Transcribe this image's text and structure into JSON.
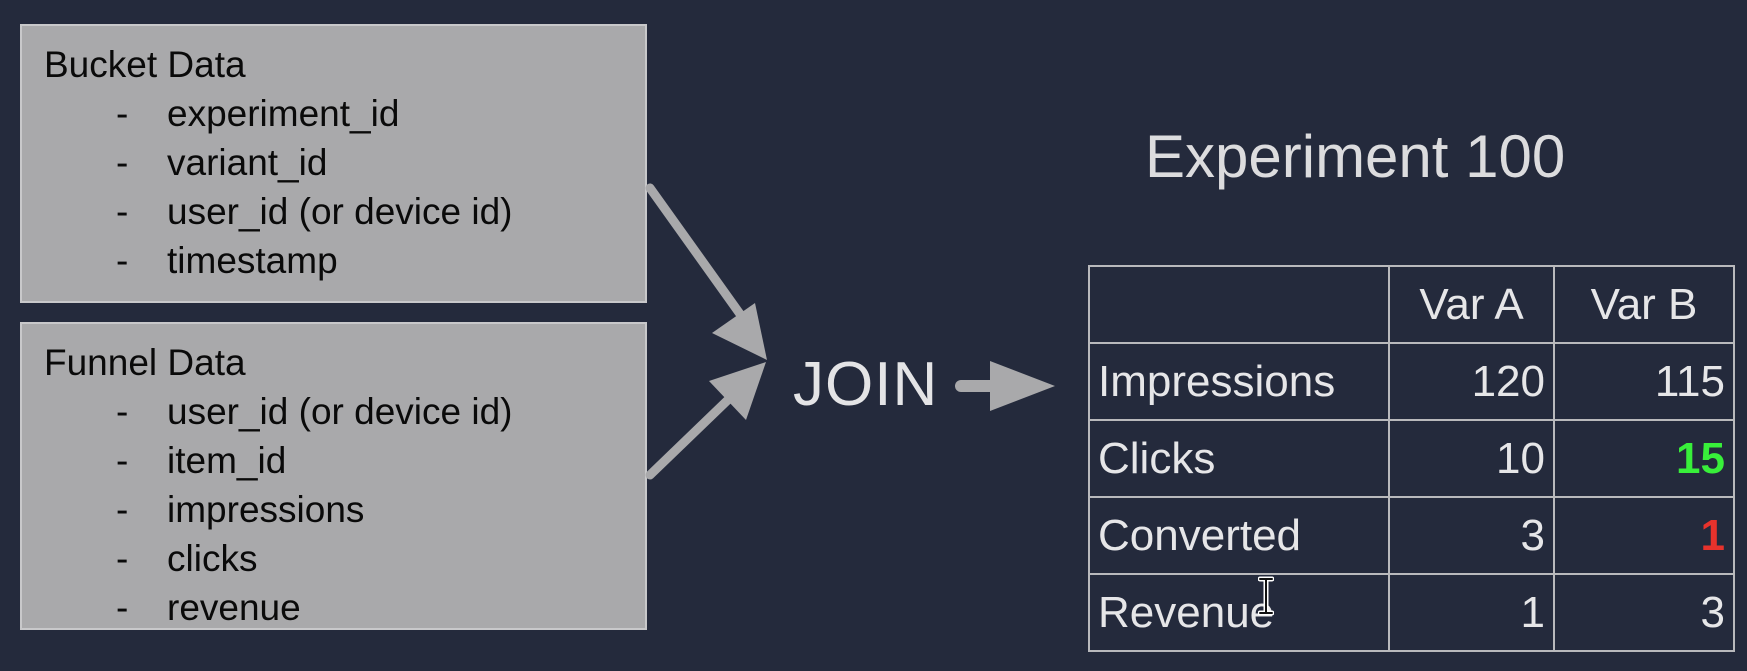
{
  "bucket_data": {
    "title": "Bucket Data",
    "fields": [
      {
        "dash": "-",
        "name": "experiment_id"
      },
      {
        "dash": "-",
        "name": "variant_id"
      },
      {
        "dash": "-",
        "name": "user_id (or device id)"
      },
      {
        "dash": "-",
        "name": "timestamp"
      }
    ]
  },
  "funnel_data": {
    "title": "Funnel Data",
    "fields": [
      {
        "dash": "-",
        "name": "user_id (or device id)"
      },
      {
        "dash": "-",
        "name": "item_id"
      },
      {
        "dash": "-",
        "name": "impressions"
      },
      {
        "dash": "-",
        "name": "clicks"
      },
      {
        "dash": "-",
        "name": "revenue"
      }
    ]
  },
  "join_label": "JOIN",
  "experiment": {
    "title": "Experiment 100",
    "columns": [
      "",
      "Var A",
      "Var B"
    ],
    "rows": [
      {
        "metric": "Impressions",
        "var_a": "120",
        "var_b": "115"
      },
      {
        "metric": "Clicks",
        "var_a": "10",
        "var_b": "15"
      },
      {
        "metric": "Converted",
        "var_a": "3",
        "var_b": "1"
      },
      {
        "metric": "Revenue",
        "var_a": "1",
        "var_b": "3"
      }
    ]
  },
  "colors": {
    "background": "#242a3c",
    "box_fill": "#a9a9ab",
    "arrow": "#a9a9ab",
    "highlight_up": "#38ef3a",
    "highlight_down": "#e7322c"
  },
  "icons": {
    "cursor": "text-cursor-icon"
  }
}
